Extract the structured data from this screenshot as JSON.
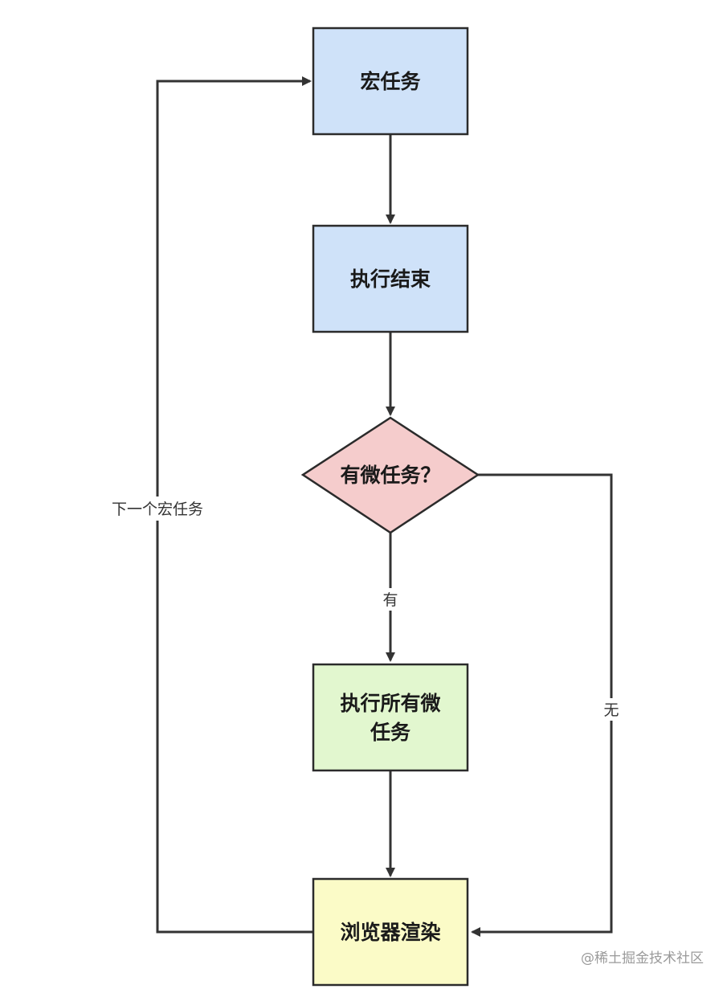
{
  "nodes": {
    "macro_task": {
      "label": "宏任务",
      "fill": "#cfe2f9"
    },
    "exec_end": {
      "label": "执行结束",
      "fill": "#cfe2f9"
    },
    "has_micro": {
      "label": "有微任务？",
      "fill": "#f5cccc"
    },
    "exec_all_micro": {
      "line1": "执行所有微",
      "line2": "任务",
      "fill": "#e2f7cf"
    },
    "browser_render": {
      "label": "浏览器渲染",
      "fill": "#fbfbc7"
    }
  },
  "edges": {
    "yes_label": "有",
    "no_label": "无",
    "next_macro_label": "下一个宏任务"
  },
  "watermark": "@稀土掘金技术社区",
  "colors": {
    "stroke": "#2b2b2b",
    "line": "#333333"
  }
}
